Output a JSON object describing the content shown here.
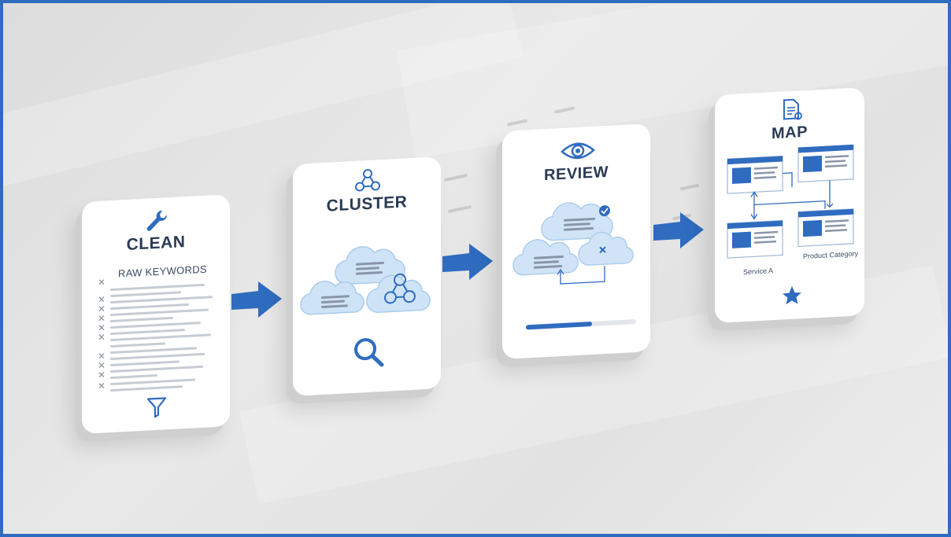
{
  "colors": {
    "accent": "#2f6cc0",
    "cloud_fill": "#cfe3f7",
    "cloud_stroke": "#a9cbee",
    "title_text": "#2a3a55"
  },
  "steps": [
    {
      "title": "CLEAN",
      "icon": "wrench-icon",
      "subtitle": "RAW KEYWORDS",
      "footer_icon": "filter-icon"
    },
    {
      "title": "CLUSTER",
      "icon": "network-icon",
      "footer_icon": "magnifier-icon"
    },
    {
      "title": "REVIEW",
      "icon": "eye-icon",
      "progress": 0.6
    },
    {
      "title": "MAP",
      "icon": "document-icon",
      "labels": [
        "Service A",
        "Product Category"
      ],
      "footer_icon": "star-icon"
    }
  ]
}
